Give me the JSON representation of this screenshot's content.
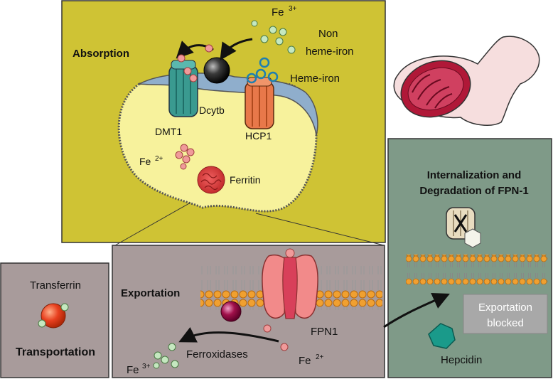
{
  "panels": {
    "absorption": {
      "title": "Absorption",
      "fe3_base": "Fe",
      "fe3_sup": "3+",
      "non_heme_line1": "Non",
      "non_heme_line2": "heme-iron",
      "heme_iron": "Heme-iron",
      "dcytb": "Dcytb",
      "dmt1": "DMT1",
      "hcp1": "HCP1",
      "fe2_base": "Fe",
      "fe2_sup": "2+",
      "ferritin": "Ferritin"
    },
    "transport": {
      "transferrin": "Transferrin",
      "title": "Transportation"
    },
    "export": {
      "title": "Exportation",
      "fpn1": "FPN1",
      "ferroxidases": "Ferroxidases",
      "fe3_base": "Fe",
      "fe3_sup": "3+",
      "fe2_base": "Fe",
      "fe2_sup": "2+"
    },
    "hepcidin_panel": {
      "title_line1": "Internalization  and",
      "title_line2": "Degradation of FPN-1",
      "blocked_line1": "Exportation",
      "blocked_line2": "blocked",
      "hepcidin": "Hepcidin"
    }
  },
  "colors": {
    "absorption_bg": "#cfc334",
    "panel_bg": "#a89b9b",
    "hepcidin_bg": "#7f9a88",
    "cell_fill": "#f7f29c",
    "membrane": "#8faecc",
    "iron_pink": "#f09a9a",
    "iron_green": "#c5e8c0",
    "ferritin": "#e04848",
    "transferrin": "#e8401f",
    "hepcidin": "#1a9a8a",
    "lipid_head": "#f0a030"
  }
}
